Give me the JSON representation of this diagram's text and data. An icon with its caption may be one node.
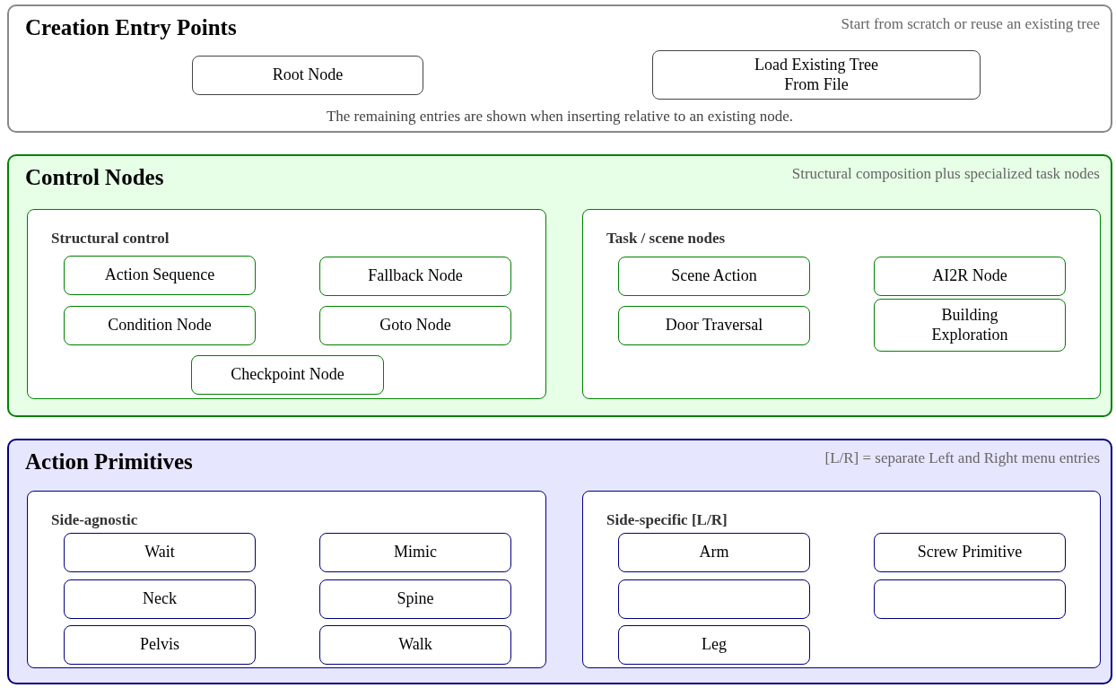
{
  "diagram": {
    "nodes": [
      {
        "text": [
          "Creation Entry Points",
          "Start from scratch or reuse an existing tree",
          "The remaining entries are shown when inserting relative to an existing node."
        ]
      },
      {
        "text": [
          "Root Node"
        ],
        "in": 0
      },
      {
        "text": [
          "Load Existing Tree From File"
        ],
        "in": 0
      },
      {
        "text": [
          "Control Nodes",
          "Structural composition plus specialized task nodes"
        ]
      },
      {
        "text": [
          "Structural control"
        ],
        "in": 3
      },
      {
        "text": [
          "Action Sequence"
        ],
        "in": 4
      },
      {
        "text": [
          "Fallback Node"
        ],
        "in": 4
      },
      {
        "text": [
          "Condition Node"
        ],
        "in": 4
      },
      {
        "text": [
          "Goto Node"
        ],
        "in": 4
      },
      {
        "text": [
          "Checkpoint Node"
        ],
        "in": 4
      },
      {
        "text": [
          "Task / scene nodes"
        ],
        "in": 3
      },
      {
        "text": [
          "Scene Action"
        ],
        "in": 10
      },
      {
        "text": [
          "AI2R Node"
        ],
        "in": 10
      },
      {
        "text": [
          "Door Traversal"
        ],
        "in": 10
      },
      {
        "text": [
          "Building Exploration"
        ],
        "in": 10
      },
      {
        "text": [
          "Action Primitives",
          "[L/R] = separate Left and Right menu entries"
        ]
      },
      {
        "text": [
          "Side-agnostic"
        ],
        "in": 15
      },
      {
        "text": [
          "Wait"
        ],
        "in": 16
      },
      {
        "text": [
          "Mimic"
        ],
        "in": 16
      },
      {
        "text": [
          "Neck"
        ],
        "in": 16
      },
      {
        "text": [
          "Spine"
        ],
        "in": 16
      },
      {
        "text": [
          "Pelvis"
        ],
        "in": 16
      },
      {
        "text": [
          "Walk"
        ],
        "in": 16
      },
      {
        "text": [
          "Side-specific [L/R]"
        ],
        "in": 15
      },
      {
        "text": [
          "Arm"
        ],
        "in": 23
      },
      {
        "text": [
          "Screw Primitive"
        ],
        "in": 23
      },
      {
        "text": [],
        "in": 23,
        "shape": "box"
      },
      {
        "text": [],
        "in": 23,
        "shape": "box"
      },
      {
        "text": [
          "Leg"
        ],
        "in": 23
      }
    ]
  }
}
